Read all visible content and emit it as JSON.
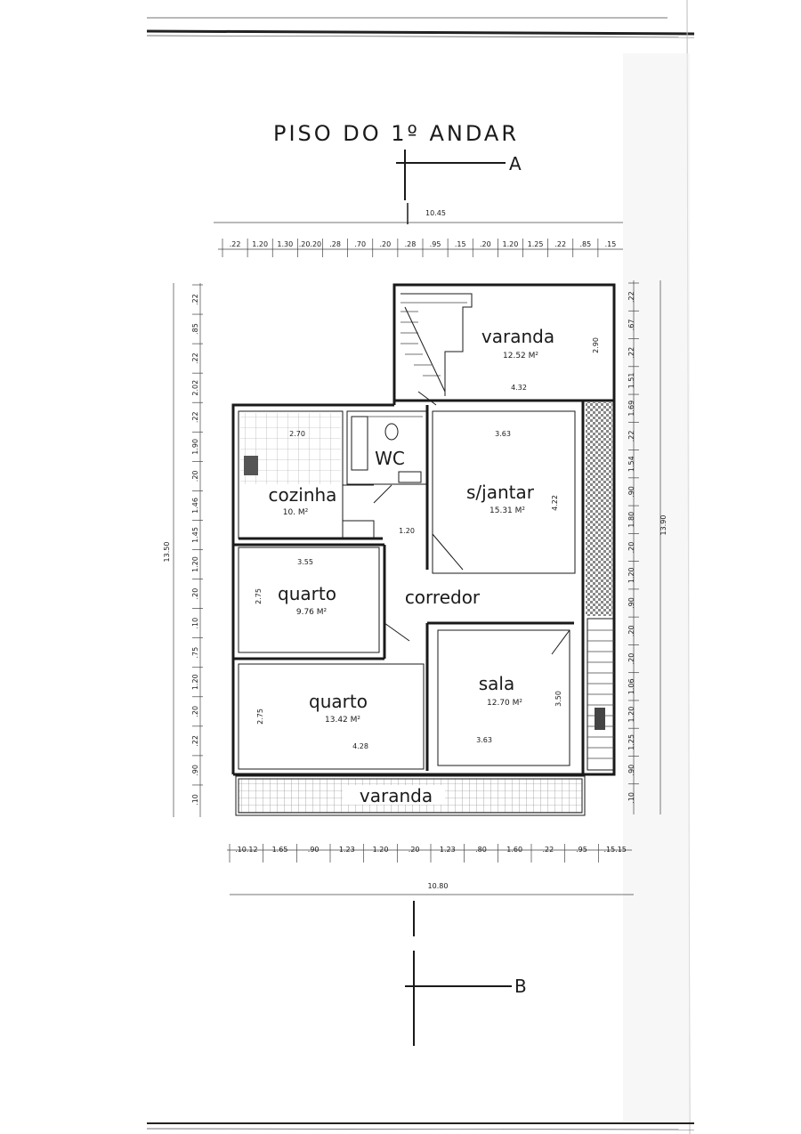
{
  "title": "PISO DO 1º ANDAR",
  "section_marks": {
    "top": "A",
    "bottom": "B"
  },
  "rooms": {
    "varanda_top": {
      "name": "varanda",
      "area": "12.52 M²",
      "dim_h": "4.32",
      "dim_v": "2.90"
    },
    "cozinha": {
      "name": "cozinha",
      "area": "10. M²",
      "dim": "2.70"
    },
    "wc": {
      "name": "WC"
    },
    "sala_jantar": {
      "name": "s/jantar",
      "area": "15.31 M²",
      "dim_h": "3.63",
      "dim_v": "4.22"
    },
    "quarto_1": {
      "name": "quarto",
      "area": "9.76 M²",
      "dim_h": "3.55",
      "dim_v": "2.75"
    },
    "corredor": {
      "name": "corredor",
      "dim": "1.20"
    },
    "quarto_2": {
      "name": "quarto",
      "area": "13.42 M²",
      "dim_h": "4.28",
      "dim_v": "2.75"
    },
    "sala": {
      "name": "sala",
      "area": "12.70 M²",
      "dim_h": "3.63",
      "dim_v": "3.50"
    },
    "varanda_bottom": {
      "name": "varanda"
    }
  },
  "dimensions": {
    "top_overall": "10.45",
    "bottom_overall": "10.80",
    "left_overall": "13.50",
    "right_overall": "13.90",
    "top_chain": [
      ".22",
      "1.20",
      "1.30",
      ".20.20",
      ".28",
      ".70",
      ".20",
      ".28",
      ".95",
      ".15",
      ".20",
      "1.20",
      "1.25",
      ".22",
      ".85",
      ".15"
    ],
    "bottom_chain": [
      ".10.12",
      "1.65",
      ".90",
      "1.23",
      "1.20",
      ".20",
      "1.23",
      ".80",
      "1.60",
      ".22",
      ".95",
      ".15.15"
    ],
    "left_chain": [
      ".22",
      ".85",
      ".22",
      "2.02",
      ".22",
      "1.90",
      ".20",
      "1.46",
      "1.45",
      "1.20",
      ".20",
      ".10",
      ".75",
      "1.20",
      ".20",
      ".22",
      ".90",
      ".10"
    ],
    "right_chain": [
      ".22",
      ".67",
      ".22",
      "1.51",
      "1.69",
      ".22",
      "1.54",
      ".90",
      "1.80",
      ".20",
      "1.20",
      ".90",
      ".20",
      ".20",
      "1.06",
      "1.20",
      "1.25",
      ".90",
      ".10"
    ]
  }
}
